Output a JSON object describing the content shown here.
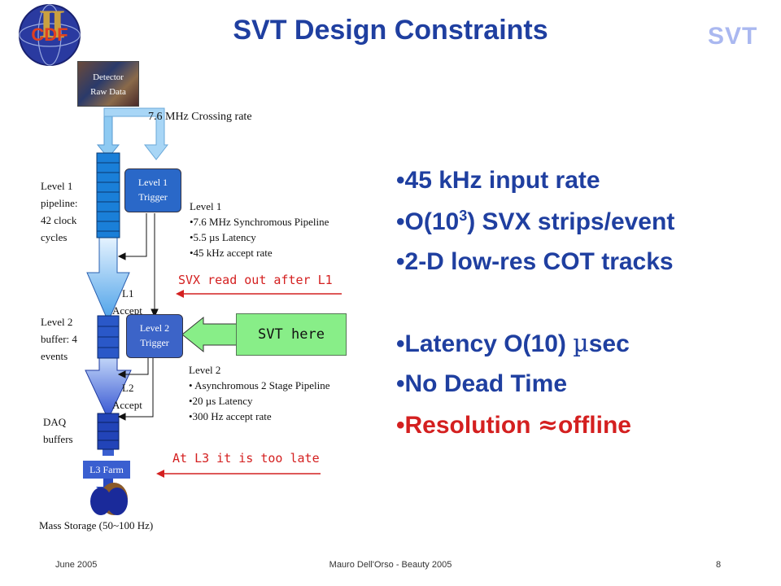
{
  "title": "SVT Design Constraints",
  "brand": "SVT",
  "logo": {
    "text": "CDF",
    "roman": "II"
  },
  "detector": {
    "line1": "Detector",
    "line2": "Raw Data"
  },
  "crossing_rate": "7.6 MHz Crossing rate",
  "level1_pipeline": [
    "Level 1",
    "pipeline:",
    "42 clock",
    "cycles"
  ],
  "level1_trigger": [
    "Level 1",
    "Trigger"
  ],
  "level1_notes": [
    "Level 1",
    "•7.6 MHz Synchromous Pipeline",
    "•5.5 µs Latency",
    "•45 kHz accept rate"
  ],
  "l1_accept": [
    "L1",
    "Accept"
  ],
  "svx_readout": "SVX read out after L1",
  "level2_buffer": [
    "Level 2",
    "buffer: 4",
    "events"
  ],
  "level2_trigger": [
    "Level 2",
    "Trigger"
  ],
  "svt_here": "SVT here",
  "level2_notes": [
    "Level 2",
    "• Asynchromous 2 Stage Pipeline",
    "•20 µs Latency",
    "•300 Hz accept rate"
  ],
  "l2_accept": [
    "L2",
    "Accept"
  ],
  "daq_buffers": [
    "DAQ",
    "buffers"
  ],
  "l3_farm": "L3 Farm",
  "l3_late": "At L3 it is too late",
  "mass_storage": "Mass Storage (50~100 Hz)",
  "bullets": [
    "•45 kHz input rate",
    "•O(10",
    "3",
    ") SVX strips/event",
    "•2-D low-res COT tracks",
    "•Latency O(10) ",
    "µ",
    "sec",
    "•No Dead Time",
    "•Resolution ",
    "≈",
    "offline"
  ],
  "footer": {
    "date": "June 2005",
    "author": "Mauro Dell'Orso - Beauty 2005",
    "page": "8"
  },
  "colors": {
    "title": "#1f3fa0",
    "brand": "#aab8f0",
    "highlight": "#d42020",
    "svt_box": "#88ee88",
    "pipeline": "#1a7fd8",
    "arrow_blue": "#3a5fd0"
  }
}
